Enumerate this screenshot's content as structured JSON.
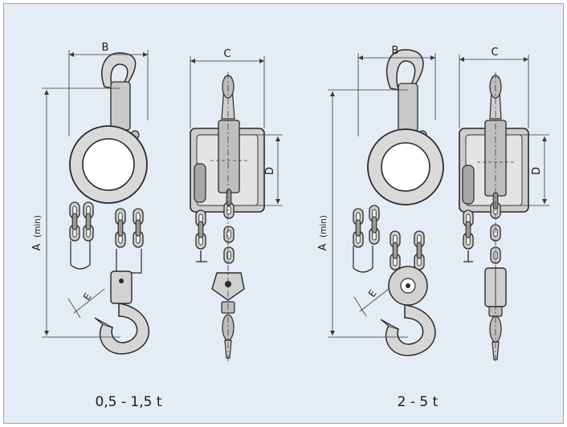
{
  "dimension_labels": {
    "a": "A",
    "a_unit": "(min)",
    "b": "B",
    "c": "C",
    "d": "D",
    "e": "E"
  },
  "captions": {
    "left": "0,5 - 1,5 t",
    "right": "2 - 5 t"
  },
  "colors": {
    "background": "#e4ecf6",
    "border": "#8fa9cc",
    "line": "#2a2a2a",
    "fill_light": "#d3d3d3",
    "fill_dark": "#8e8e8e"
  }
}
